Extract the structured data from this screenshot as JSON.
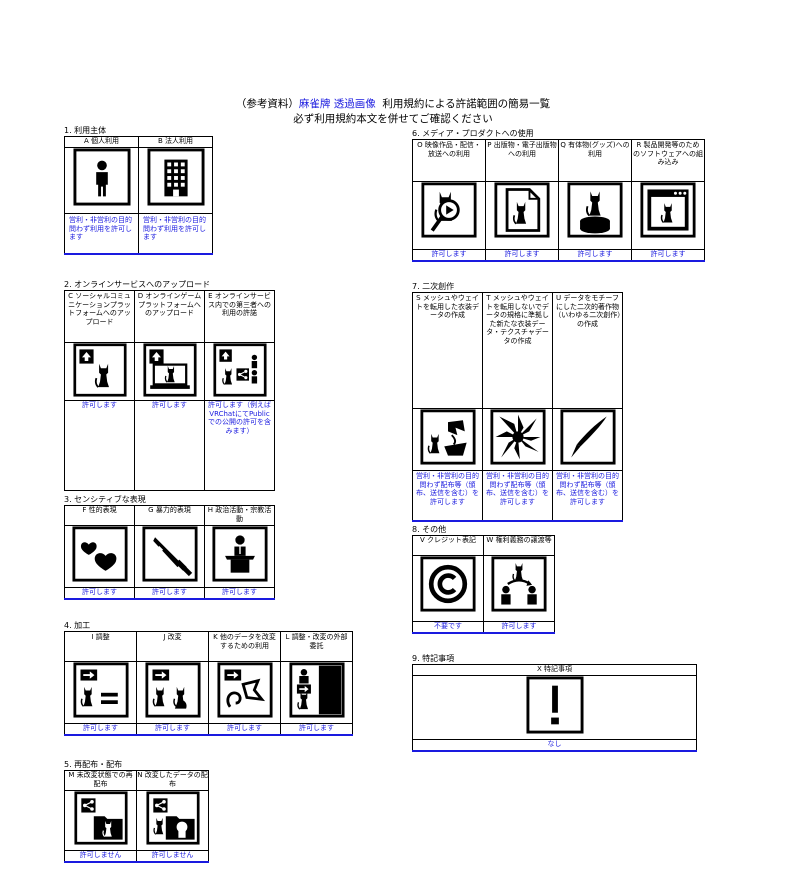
{
  "title": {
    "line1_prefix": "（参考資料）",
    "line1_link1": "麻雀牌",
    "line1_link2": "透過画像",
    "line1_suffix": "利用規約による許諾範囲の簡易一覧",
    "line2": "必ず利用規約本文を併せてご確認ください"
  },
  "sections": {
    "s1": {
      "title": "1. 利用主体",
      "items": [
        {
          "label": "A 個人利用",
          "status": "営利・非営利の目的問わず利用を許可します",
          "icon": "person-icon"
        },
        {
          "label": "B 法人利用",
          "status": "営利・非営利の目的問わず利用を許可します",
          "icon": "building-icon"
        }
      ]
    },
    "s2": {
      "title": "2. オンラインサービスへのアップロード",
      "items": [
        {
          "label": "C ソーシャルコミュニケーションプラットフォームへのアップロード",
          "status": "許可します",
          "icon": "upload-avatar-icon"
        },
        {
          "label": "D オンラインゲームプラットフォームへのアップロード",
          "status": "許可します",
          "icon": "upload-monitor-icon"
        },
        {
          "label": "E オンラインサービス内での第三者への利用の許諾",
          "status": "許可します（例えばVRChatにてPublicでの公開の許可を含みます）",
          "icon": "upload-share-icon"
        }
      ]
    },
    "s3": {
      "title": "3. センシティブな表現",
      "items": [
        {
          "label": "F 性的表現",
          "status": "許可します",
          "icon": "hearts-icon"
        },
        {
          "label": "G 暴力的表現",
          "status": "許可します",
          "icon": "knife-icon"
        },
        {
          "label": "H 政治活動・宗教活動",
          "status": "許可します",
          "icon": "podium-icon"
        }
      ]
    },
    "s4": {
      "title": "4. 加工",
      "items": [
        {
          "label": "I 調整",
          "status": "許可します",
          "icon": "adjust-icon"
        },
        {
          "label": "J 改変",
          "status": "許可します",
          "icon": "modify-icon"
        },
        {
          "label": "K 他のデータを改変するための利用",
          "status": "許可します",
          "icon": "transform-icon"
        },
        {
          "label": "L 調整・改変の外部委託",
          "status": "許可します",
          "icon": "outsource-icon"
        }
      ]
    },
    "s5": {
      "title": "5. 再配布・配布",
      "items": [
        {
          "label": "M 未改変状態での再配布",
          "status": "許可しません",
          "icon": "share-folder-icon"
        },
        {
          "label": "N 改変したデータの配布",
          "status": "許可しません",
          "icon": "share-modified-icon"
        }
      ]
    },
    "s6": {
      "title": "6. メディア・プロダクトへの使用",
      "items": [
        {
          "label": "O 映像作品・配信・放送への利用",
          "status": "許可します",
          "icon": "video-icon"
        },
        {
          "label": "P 出版物・電子出版物への利用",
          "status": "許可します",
          "icon": "document-icon"
        },
        {
          "label": "Q 有体物(グッズ)への利用",
          "status": "許可します",
          "icon": "figure-icon"
        },
        {
          "label": "R 製品開発等のためのソフトウェアへの組み込み",
          "status": "許可します",
          "icon": "software-icon"
        }
      ]
    },
    "s7": {
      "title": "7. 二次創作",
      "items": [
        {
          "label": "S メッシュやウェイトを転用した衣装データの作成",
          "status": "営利・非営利の目的問わず配布等（頒布、送信を含む）を許可します",
          "icon": "costume-icon"
        },
        {
          "label": "T メッシュやウェイトを転用しないでデータの規格に準拠した新たな衣装データ・テクスチャデータの作成",
          "status": "営利・非営利の目的問わず配布等（頒布、送信を含む）を許可します",
          "icon": "fabric-icon"
        },
        {
          "label": "U データをモチーフにした二次的著作物（いわゆる二次創作）の作成",
          "status": "営利・非営利の目的問わず配布等（頒布、送信を含む）を許可します",
          "icon": "pen-icon"
        }
      ]
    },
    "s8": {
      "title": "8. その他",
      "items": [
        {
          "label": "V クレジット表記",
          "status": "不要です",
          "icon": "copyright-icon"
        },
        {
          "label": "W 権利義務の譲渡等",
          "status": "許可します",
          "icon": "transfer-icon"
        }
      ]
    },
    "s9": {
      "title": "9. 特記事項",
      "items": [
        {
          "label": "X 特記事項",
          "status": "なし",
          "icon": "exclamation-icon"
        }
      ]
    }
  }
}
